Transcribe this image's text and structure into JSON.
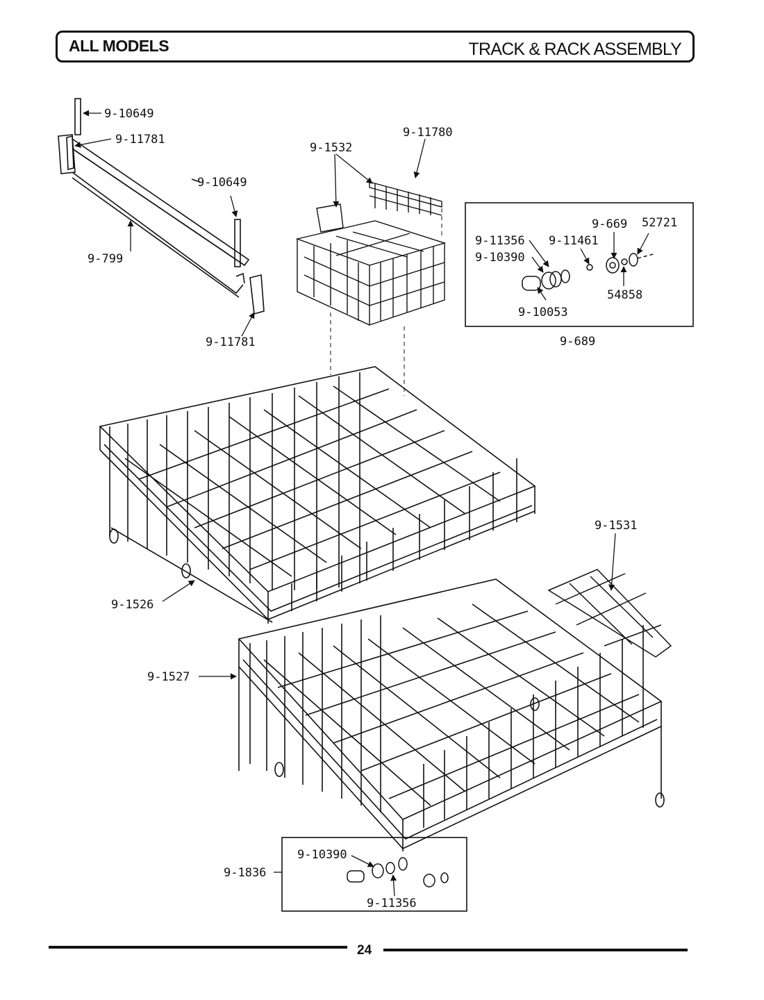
{
  "header": {
    "left_title": "ALL MODELS",
    "right_title": "TRACK & RACK ASSEMBLY"
  },
  "labels": {
    "pin_top": "9-10649",
    "end_cap_top": "9-11781",
    "pin_mid": "9-10649",
    "track": "9-799",
    "end_cap_bottom": "9-11781",
    "basket_handle": "9-1532",
    "basket_cover": "9-11780",
    "inset_shaft": "9-11356",
    "inset_bushing": "9-10390",
    "inset_washer": "9-11461",
    "inset_wheel": "9-669",
    "inset_clip": "52721",
    "inset_spacer": "54858",
    "inset_axle": "9-10053",
    "inset_assembly": "9-689",
    "lower_shelf": "9-1531",
    "upper_rack": "9-1526",
    "lower_rack": "9-1527",
    "roller_assembly": "9-1836",
    "roller_bushing": "9-10390",
    "roller_washer": "9-11356"
  },
  "footer": {
    "page_number": "24"
  }
}
